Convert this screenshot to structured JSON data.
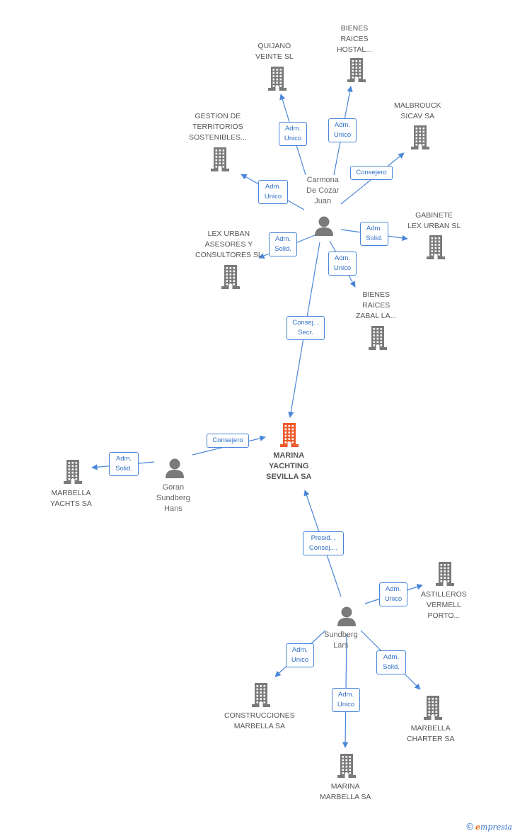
{
  "companies": {
    "quijano": [
      "QUIJANO",
      "VEINTE SL"
    ],
    "bienes_hostal": [
      "BIENES",
      "RAICES",
      "HOSTAL..."
    ],
    "malbrouck": [
      "MALBROUCK",
      "SICAV SA"
    ],
    "gestion": [
      "GESTION DE",
      "TERRITORIOS",
      "SOSTENIBLES..."
    ],
    "gabinete": [
      "GABINETE",
      "LEX URBAN SL"
    ],
    "lex_urban": [
      "LEX URBAN",
      "ASESORES Y",
      "CONSULTORES SL"
    ],
    "bienes_zabal": [
      "BIENES",
      "RAICES",
      "ZABAL LA..."
    ],
    "marina_yachting": [
      "MARINA",
      "YACHTING",
      "SEVILLA SA"
    ],
    "marbella_yachts": [
      "MARBELLA",
      "YACHTS SA"
    ],
    "astilleros": [
      "ASTILLEROS",
      "VERMELL",
      "PORTO..."
    ],
    "construcciones": [
      "CONSTRUCCIONES",
      "MARBELLA SA"
    ],
    "marbella_charter": [
      "MARBELLA",
      "CHARTER SA"
    ],
    "marina_marbella": [
      "MARINA",
      "MARBELLA SA"
    ]
  },
  "persons": {
    "carmona": [
      "Carmona",
      "De Cozar",
      "Juan"
    ],
    "goran": [
      "Goran",
      "Sundberg",
      "Hans"
    ],
    "sundberg": [
      "Sundberg",
      "Lars"
    ]
  },
  "edges": {
    "carmona_quijano": [
      "Adm.",
      "Unico"
    ],
    "carmona_hostal": [
      "Adm.",
      "Unico"
    ],
    "carmona_malbrouck": [
      "Consejero"
    ],
    "carmona_gestion": [
      "Adm.",
      "Unico"
    ],
    "carmona_gabinete": [
      "Adm.",
      "Solid."
    ],
    "carmona_lexurban": [
      "Adm.",
      "Solid."
    ],
    "carmona_zabal": [
      "Adm.",
      "Unico"
    ],
    "carmona_marina": [
      "Consej. ,",
      "Secr."
    ],
    "goran_marina": [
      "Consejero"
    ],
    "goran_yachts": [
      "Adm.",
      "Solid."
    ],
    "sundberg_marina": [
      "Presid. ,",
      "Consej...."
    ],
    "sundberg_astilleros": [
      "Adm.",
      "Unico"
    ],
    "sundberg_construcciones": [
      "Adm.",
      "Unico"
    ],
    "sundberg_charter": [
      "Adm.",
      "Solid."
    ],
    "sundberg_marinamarbella": [
      "Adm.",
      "Unico"
    ]
  },
  "footer": {
    "copyright": "©",
    "brand_e": "e",
    "brand_rest": "mpresia"
  },
  "colors": {
    "edge": "#4a86d8",
    "building": "#7a7a7a",
    "main_building": "#ee5a2b",
    "person": "#7a7a7a"
  }
}
